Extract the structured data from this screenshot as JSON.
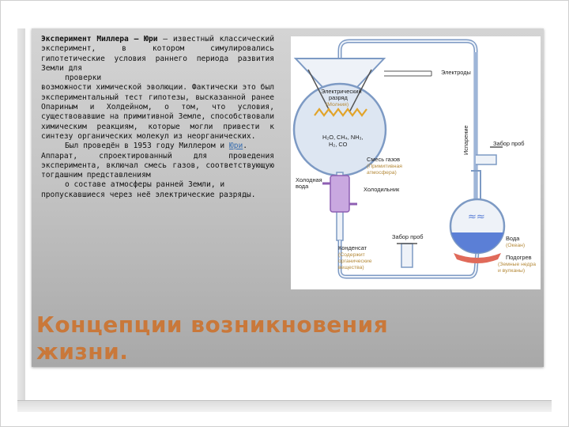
{
  "text": {
    "p1_bold": "Эксперимент Миллера — Юри",
    "p1_a": " — известный классический эксперимент, в котором симулировались гипотетические условия раннего периода развития Земли для",
    "p1_b": "проверки",
    "p1_c": "возможности химической эволюции. Фактически это был экспериментальный тест гипотезы, высказанной ранее Опариным и Холдейном, о том, что условия, существовавшие на примитивной Земле, способствовали химическим реакциям, которые могли привести к синтезу органических молекул из неорганических.",
    "p2_a": "Был проведён в 1953 году Миллером и",
    "p2_link": "Юри",
    "p2_b": ".",
    "p3_a": "Аппарат, спроектированный для проведения эксперимента, включал смесь газов, соответствующую тогдашним представлениям",
    "p3_b": "о составе атмосферы ранней Земли, и",
    "p3_c": "пропускавшиеся через неё электрические разряды."
  },
  "title": {
    "line1": "Концепции возникновения",
    "line2": "жизни."
  },
  "diagram": {
    "electrodes": "Электроды",
    "spark_title": "Электрический",
    "spark_title2": "разряд",
    "spark_sub": "(Молния)",
    "gases": "H₂O, CH₄, NH₃,",
    "gases2": "H₂, CO",
    "mix_title": "Смесь газов",
    "mix_sub1": "(Примитивная",
    "mix_sub2": "атмосфера)",
    "cold_water1": "Холодная",
    "cold_water2": "вода",
    "condenser": "Холодильник",
    "vapor": "Испарение",
    "sample_top": "Забор проб",
    "sample_bottom": "Забор проб",
    "water": "Вода",
    "ocean": "(Океан)",
    "condensate": "Конденсат",
    "cond_sub1": "(Содержит",
    "cond_sub2": "органические",
    "cond_sub3": "вещества)",
    "heat": "Подогрев",
    "heat_sub1": "(Земные недра",
    "heat_sub2": "и вулканы)"
  },
  "colors": {
    "title": "#c9783a",
    "tube": "#7d9ac4",
    "flask_fill": "#dde6f2",
    "spark": "#e2a42a",
    "water": "#5b7fd6",
    "heater": "#e06a5a",
    "condenser": "#8e5fb3"
  }
}
